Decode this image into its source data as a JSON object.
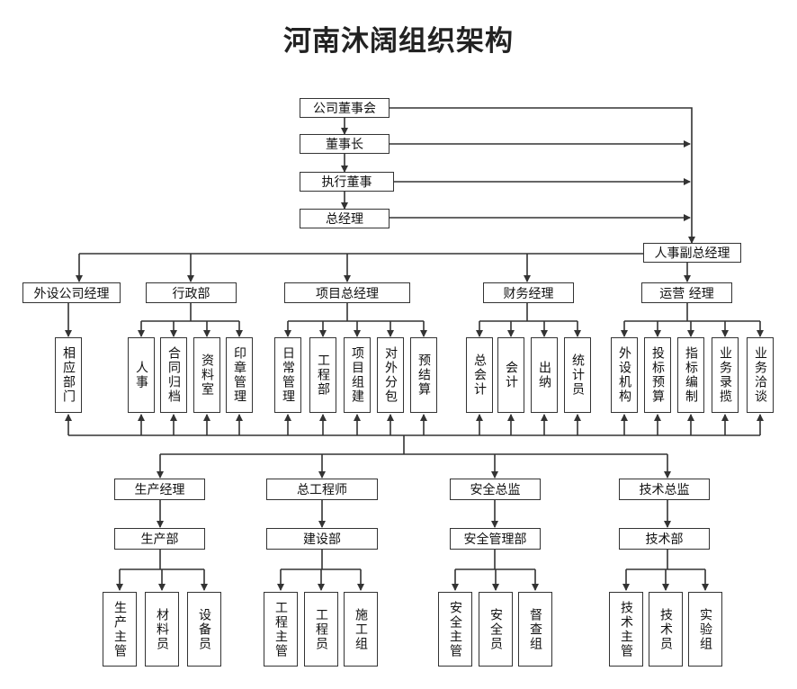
{
  "title": "河南沐阔组织架构",
  "nodes": {
    "board": "公司董事会",
    "chairman": "董事长",
    "exec_director": "执行董事",
    "gm": "总经理",
    "hr_deputy_gm": "人事副总经理",
    "ext_company_manager": "外设公司经理",
    "admin_dept": "行政部",
    "project_gm": "项目总经理",
    "finance_manager": "财务经理",
    "operations_manager": "运营 经理",
    "related_dept": "相应部门",
    "hr": "人事",
    "contract_archive": "合同归档",
    "data_room": "资料室",
    "seal_management": "印章管理",
    "daily_management": "日常管理",
    "engineering_dept": "工程部",
    "project_setup": "项目组建",
    "outsourcing": "对外分包",
    "budget_settlement": "预结算",
    "chief_accountant": "总会计",
    "accountant": "会计",
    "cashier": "出纳",
    "statistician": "统计员",
    "ext_institution": "外设机构",
    "bid_budget": "投标预算",
    "index_compilation": "指标编制",
    "business_recording": "业务录揽",
    "business_negotiation": "业务洽谈",
    "production_manager": "生产经理",
    "chief_engineer": "总工程师",
    "safety_director": "安全总监",
    "technical_director": "技术总监",
    "production_dept": "生产部",
    "construction_dept": "建设部",
    "safety_mgmt_dept": "安全管理部",
    "technical_dept": "技术部",
    "production_supervisor": "生产主管",
    "materials_clerk": "材料员",
    "equipment_clerk": "设备员",
    "engineering_supervisor": "工程主管",
    "engineer": "工程员",
    "construction_team": "施工组",
    "safety_supervisor": "安全主管",
    "safety_officer": "安全员",
    "inspection_team": "督查组",
    "technical_supervisor": "技术主管",
    "technician": "技术员",
    "lab_team": "实验组"
  },
  "colors": {
    "line": "#333333",
    "border": "#333333",
    "text": "#111111",
    "title": "#222222"
  }
}
